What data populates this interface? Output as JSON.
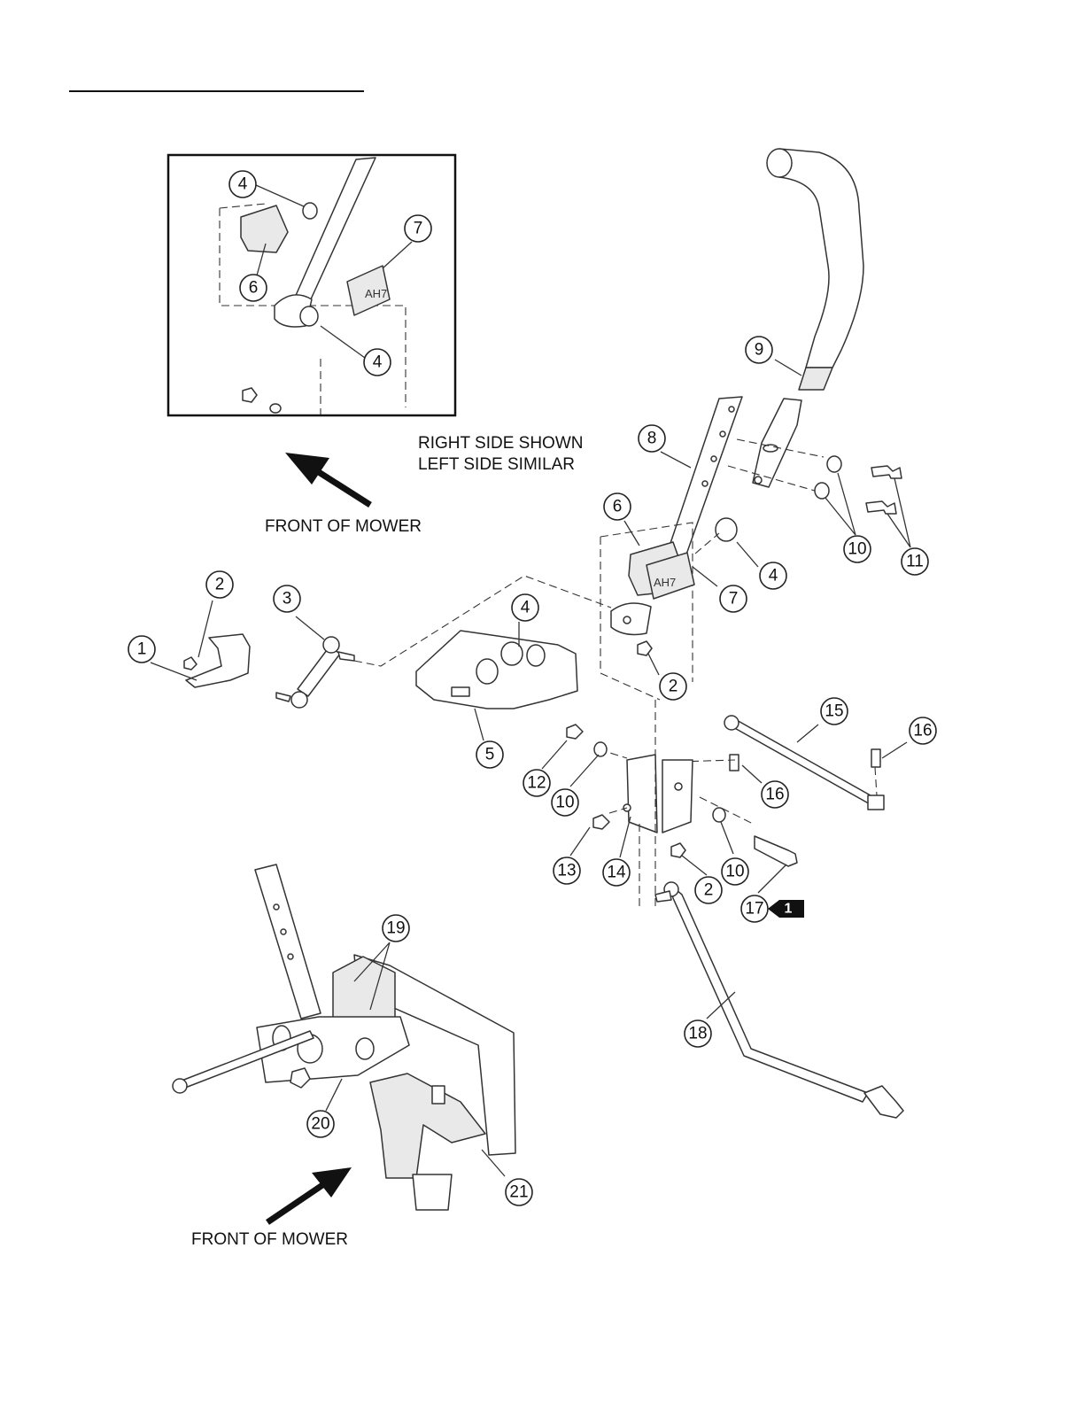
{
  "notes": {
    "right_side": "RIGHT SIDE SHOWN",
    "left_side": "LEFT SIDE SIMILAR",
    "front_top": "FRONT OF MOWER",
    "front_bottom": "FRONT OF MOWER"
  },
  "callouts": {
    "inset_4a": "4",
    "inset_7": "7",
    "inset_6": "6",
    "inset_4b": "4",
    "c9": "9",
    "c8": "8",
    "c10a": "10",
    "c11": "11",
    "c6": "6",
    "c4a": "4",
    "c7": "7",
    "c2a": "2",
    "c3": "3",
    "c1": "1",
    "c4b": "4",
    "c2b": "2",
    "c5": "5",
    "c15": "15",
    "c16a": "16",
    "c16b": "16",
    "c12": "12",
    "c10b": "10",
    "c13": "13",
    "c14": "14",
    "c2c": "2",
    "c10c": "10",
    "c17": "17",
    "c18": "18",
    "c19": "19",
    "c20": "20",
    "c21": "21"
  },
  "badge": {
    "text": "1",
    "color": "#111111"
  },
  "colors": {
    "ink": "#333333",
    "arrow": "#111111"
  }
}
